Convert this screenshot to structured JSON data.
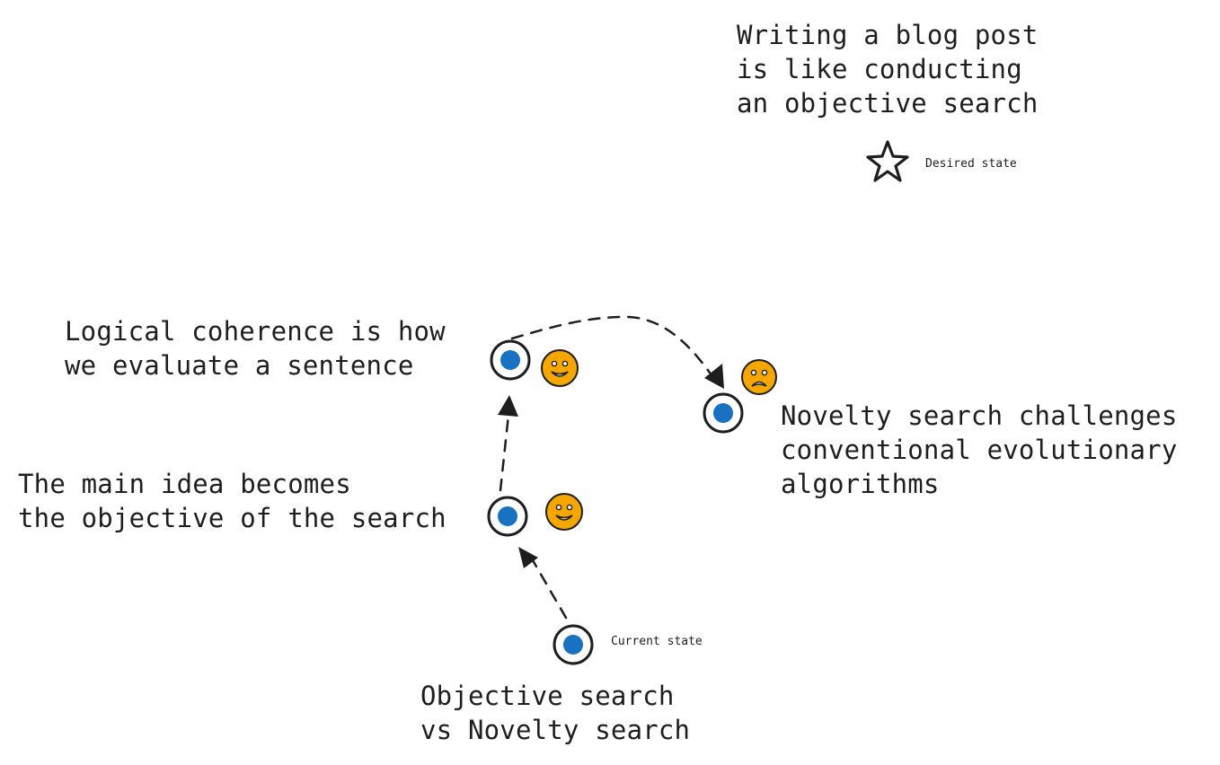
{
  "title": "Writing a blog post\nis like conducting\nan objective search",
  "nodes": {
    "logic": "Logical coherence is how\nwe evaluate a sentence",
    "main": "The main idea becomes\nthe objective of the search",
    "novelty": "Novelty search challenges\nconventional evolutionary\nalgorithms",
    "current": "Objective search\nvs Novelty search"
  },
  "annotations": {
    "current_state": "Current state",
    "desired_state": "Desired state"
  },
  "icons": {
    "star": "star-icon",
    "happy": "happy-face-icon",
    "sad": "sad-face-icon"
  },
  "colors": {
    "node_fill": "#1971c2",
    "node_ring": "#1e1e1e",
    "face_fill": "#f5a700",
    "ink": "#1e1e1e"
  }
}
